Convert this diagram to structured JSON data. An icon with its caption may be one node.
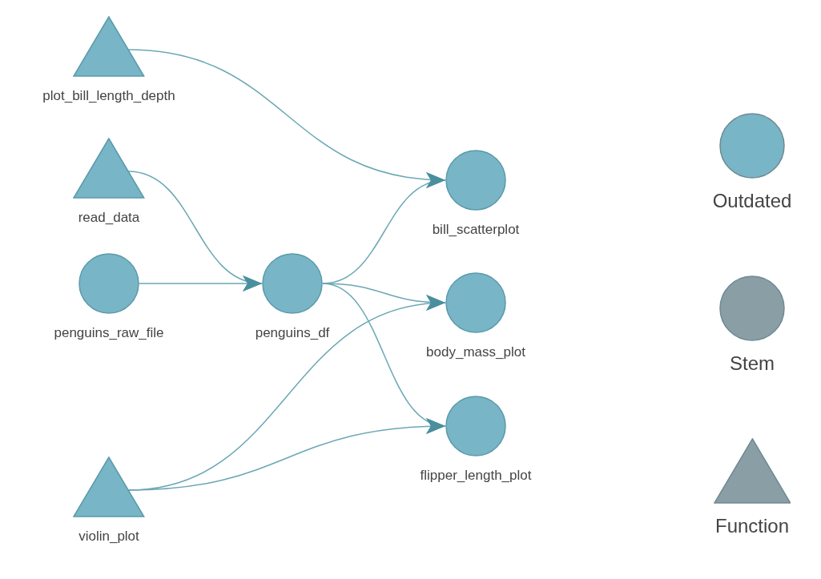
{
  "diagram": {
    "nodes": [
      {
        "text": [
          "plot_bill_length_depth"
        ]
      },
      {
        "text": [
          "read_data"
        ]
      },
      {
        "text": [
          "penguins_raw_file"
        ]
      },
      {
        "text": [
          "penguins_df"
        ]
      },
      {
        "text": [
          "bill_scatterplot"
        ]
      },
      {
        "text": [
          "body_mass_plot"
        ]
      },
      {
        "text": [
          "flipper_length_plot"
        ]
      },
      {
        "text": [
          "violin_plot"
        ]
      }
    ],
    "edges": [
      {
        "from": 0,
        "to": 4,
        "arrow": "to"
      },
      {
        "from": 1,
        "to": 3,
        "arrow": "to"
      },
      {
        "from": 2,
        "to": 3,
        "arrow": "to"
      },
      {
        "from": 3,
        "to": 4,
        "arrow": "to"
      },
      {
        "from": 3,
        "to": 5,
        "arrow": "to"
      },
      {
        "from": 3,
        "to": 6,
        "arrow": "to"
      },
      {
        "from": 7,
        "to": 5,
        "arrow": "to"
      },
      {
        "from": 7,
        "to": 6,
        "arrow": "to"
      }
    ],
    "legend": [
      {
        "text": "Outdated",
        "color": "#78b5c6"
      },
      {
        "text": "Stem",
        "color": "#8a9ea5"
      },
      {
        "text": "Function",
        "color": "#8a9ea5"
      }
    ]
  }
}
